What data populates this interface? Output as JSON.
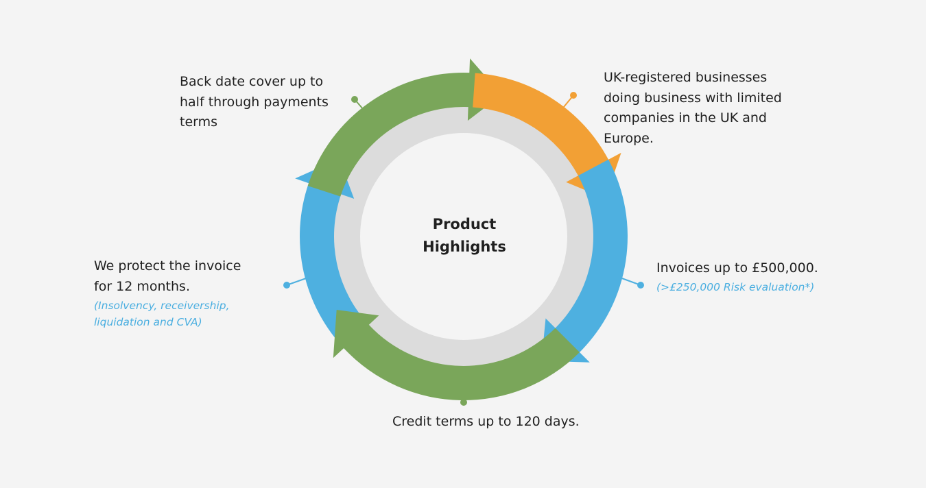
{
  "diagram": {
    "center_title": [
      "Product",
      "Highlights"
    ],
    "colors": {
      "green": "#7aa65a",
      "orange": "#f2a035",
      "blue": "#4eb0e0",
      "inner_ring": "#dcdcdc",
      "inner_disc": "#f4f4f4",
      "text": "#1f1f1f",
      "note_text": "#4aaee0"
    },
    "highlights": [
      {
        "id": "back-date",
        "color": "green",
        "lines": [
          "Back date cover up to",
          "half through payments",
          "terms"
        ],
        "note": []
      },
      {
        "id": "uk-businesses",
        "color": "orange",
        "lines": [
          "UK-registered businesses",
          "doing business with limited",
          "companies in the UK and",
          "Europe."
        ],
        "note": []
      },
      {
        "id": "invoices",
        "color": "blue",
        "lines": [
          "Invoices up to £500,000."
        ],
        "note": [
          "(>£250,000 Risk evaluation*)"
        ]
      },
      {
        "id": "credit-terms",
        "color": "green",
        "lines": [
          "Credit terms up to 120 days."
        ],
        "note": []
      },
      {
        "id": "protect-invoice",
        "color": "blue",
        "lines": [
          "We protect the invoice",
          "for 12 months."
        ],
        "note": [
          "(Insolvency, receivership,",
          "liquidation and CVA)"
        ]
      }
    ]
  }
}
